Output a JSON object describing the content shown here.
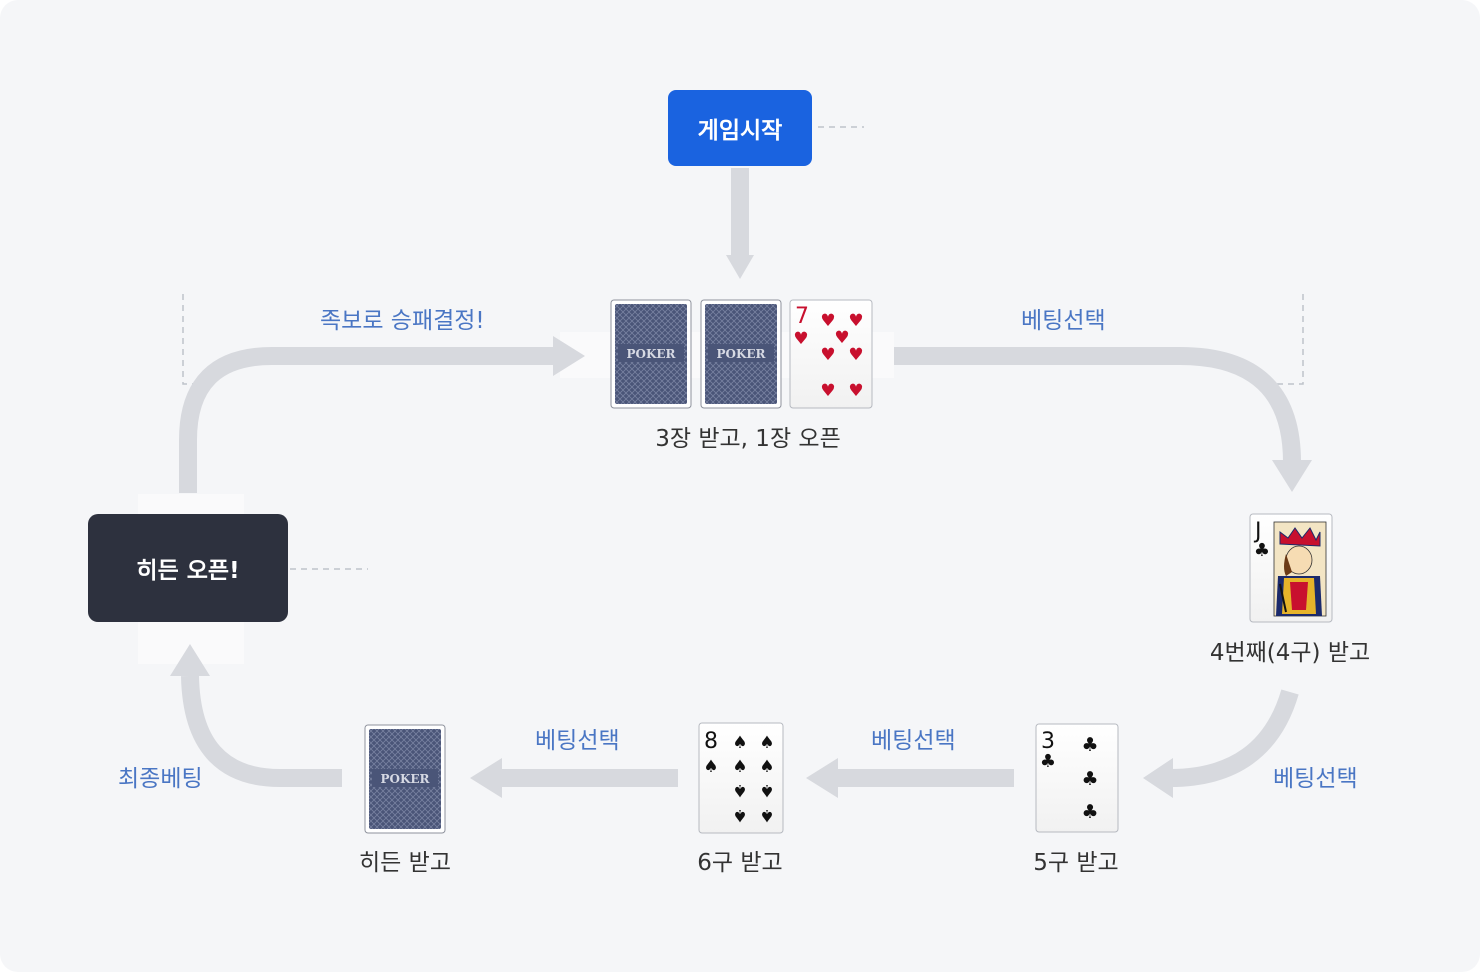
{
  "start_label": "게임시작",
  "hidden_open_label": "히든 오픈!",
  "edge_labels": {
    "decide": "족보로 승패결정!",
    "bet_top": "베팅선택",
    "bet_right": "베팅선택",
    "bet_mid": "베팅선택",
    "bet_left": "베팅선택",
    "final_bet": "최종베팅"
  },
  "stages": {
    "initial": "3장 받고, 1장 오픈",
    "fourth": "4번째(4구) 받고",
    "fifth": "5구 받고",
    "sixth": "6구 받고",
    "hidden": "히든 받고"
  },
  "card_back_text": "POKER",
  "cards": {
    "initial_open": {
      "rank": "7",
      "suit": "heart"
    },
    "fourth": {
      "rank": "J",
      "suit": "club"
    },
    "fifth": {
      "rank": "3",
      "suit": "club"
    },
    "sixth": {
      "rank": "8",
      "suit": "spade"
    }
  },
  "colors": {
    "start": "#1a63e0",
    "hidden_box": "#2d313e",
    "arrow": "#d7d9de",
    "blue_text": "#4a76c4",
    "red_suit": "#c8102e",
    "card_back": "#4a5578"
  }
}
